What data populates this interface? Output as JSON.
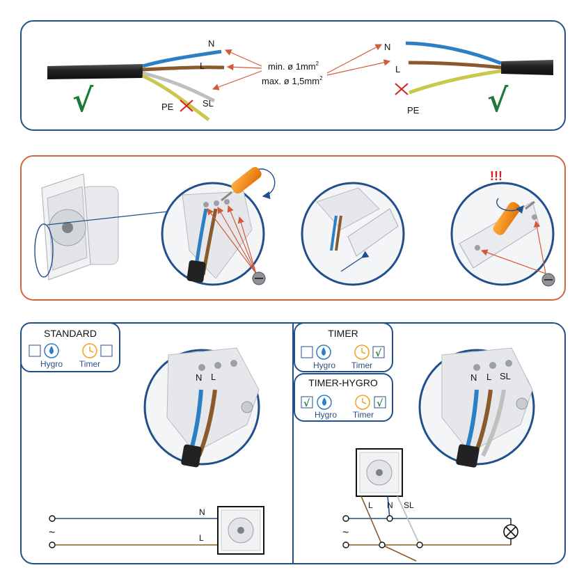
{
  "top_panel": {
    "wire_labels_left": {
      "n": "N",
      "l": "L",
      "pe": "PE",
      "sl": "SL"
    },
    "wire_labels_right": {
      "n": "N",
      "l": "L",
      "pe": "PE"
    },
    "spec_min": "min. ø 1mm",
    "spec_min_sup": "2",
    "spec_max": "max. ø 1,5mm",
    "spec_max_sup": "2",
    "check_left": "√",
    "check_right": "√"
  },
  "middle_panel": {
    "warning": "!!!"
  },
  "standard": {
    "title": "STANDARD",
    "hygro_label": "Hygro",
    "timer_label": "Timer",
    "terminal_n": "N",
    "terminal_l": "L",
    "line_n": "N",
    "line_l": "L",
    "supply_symbol": "~"
  },
  "timer": {
    "title": "TIMER",
    "hygro_label": "Hygro",
    "timer_label": "Timer",
    "timer_check": "√"
  },
  "timer_hygro": {
    "title": "TIMER-HYGRO",
    "hygro_label": "Hygro",
    "timer_label": "Timer",
    "hygro_check": "√",
    "timer_check": "√"
  },
  "timer_wiring": {
    "terminal_n": "N",
    "terminal_l": "L",
    "terminal_sl": "SL",
    "wire_l": "L",
    "wire_n": "N",
    "wire_sl": "SL",
    "supply_symbol": "~"
  },
  "colors": {
    "frame_blue": "#1f4f8c",
    "frame_orange": "#d2663c",
    "wire_blue": "#2b7fc4",
    "wire_brown": "#8b5a2b",
    "wire_grey": "#bfbfbf",
    "wire_yellow": "#c9c84a",
    "cable_black": "#222222",
    "arrow_red": "#d25a3a",
    "check_green": "#1f7a3a",
    "screwdriver_orange": "#f08a1c"
  }
}
